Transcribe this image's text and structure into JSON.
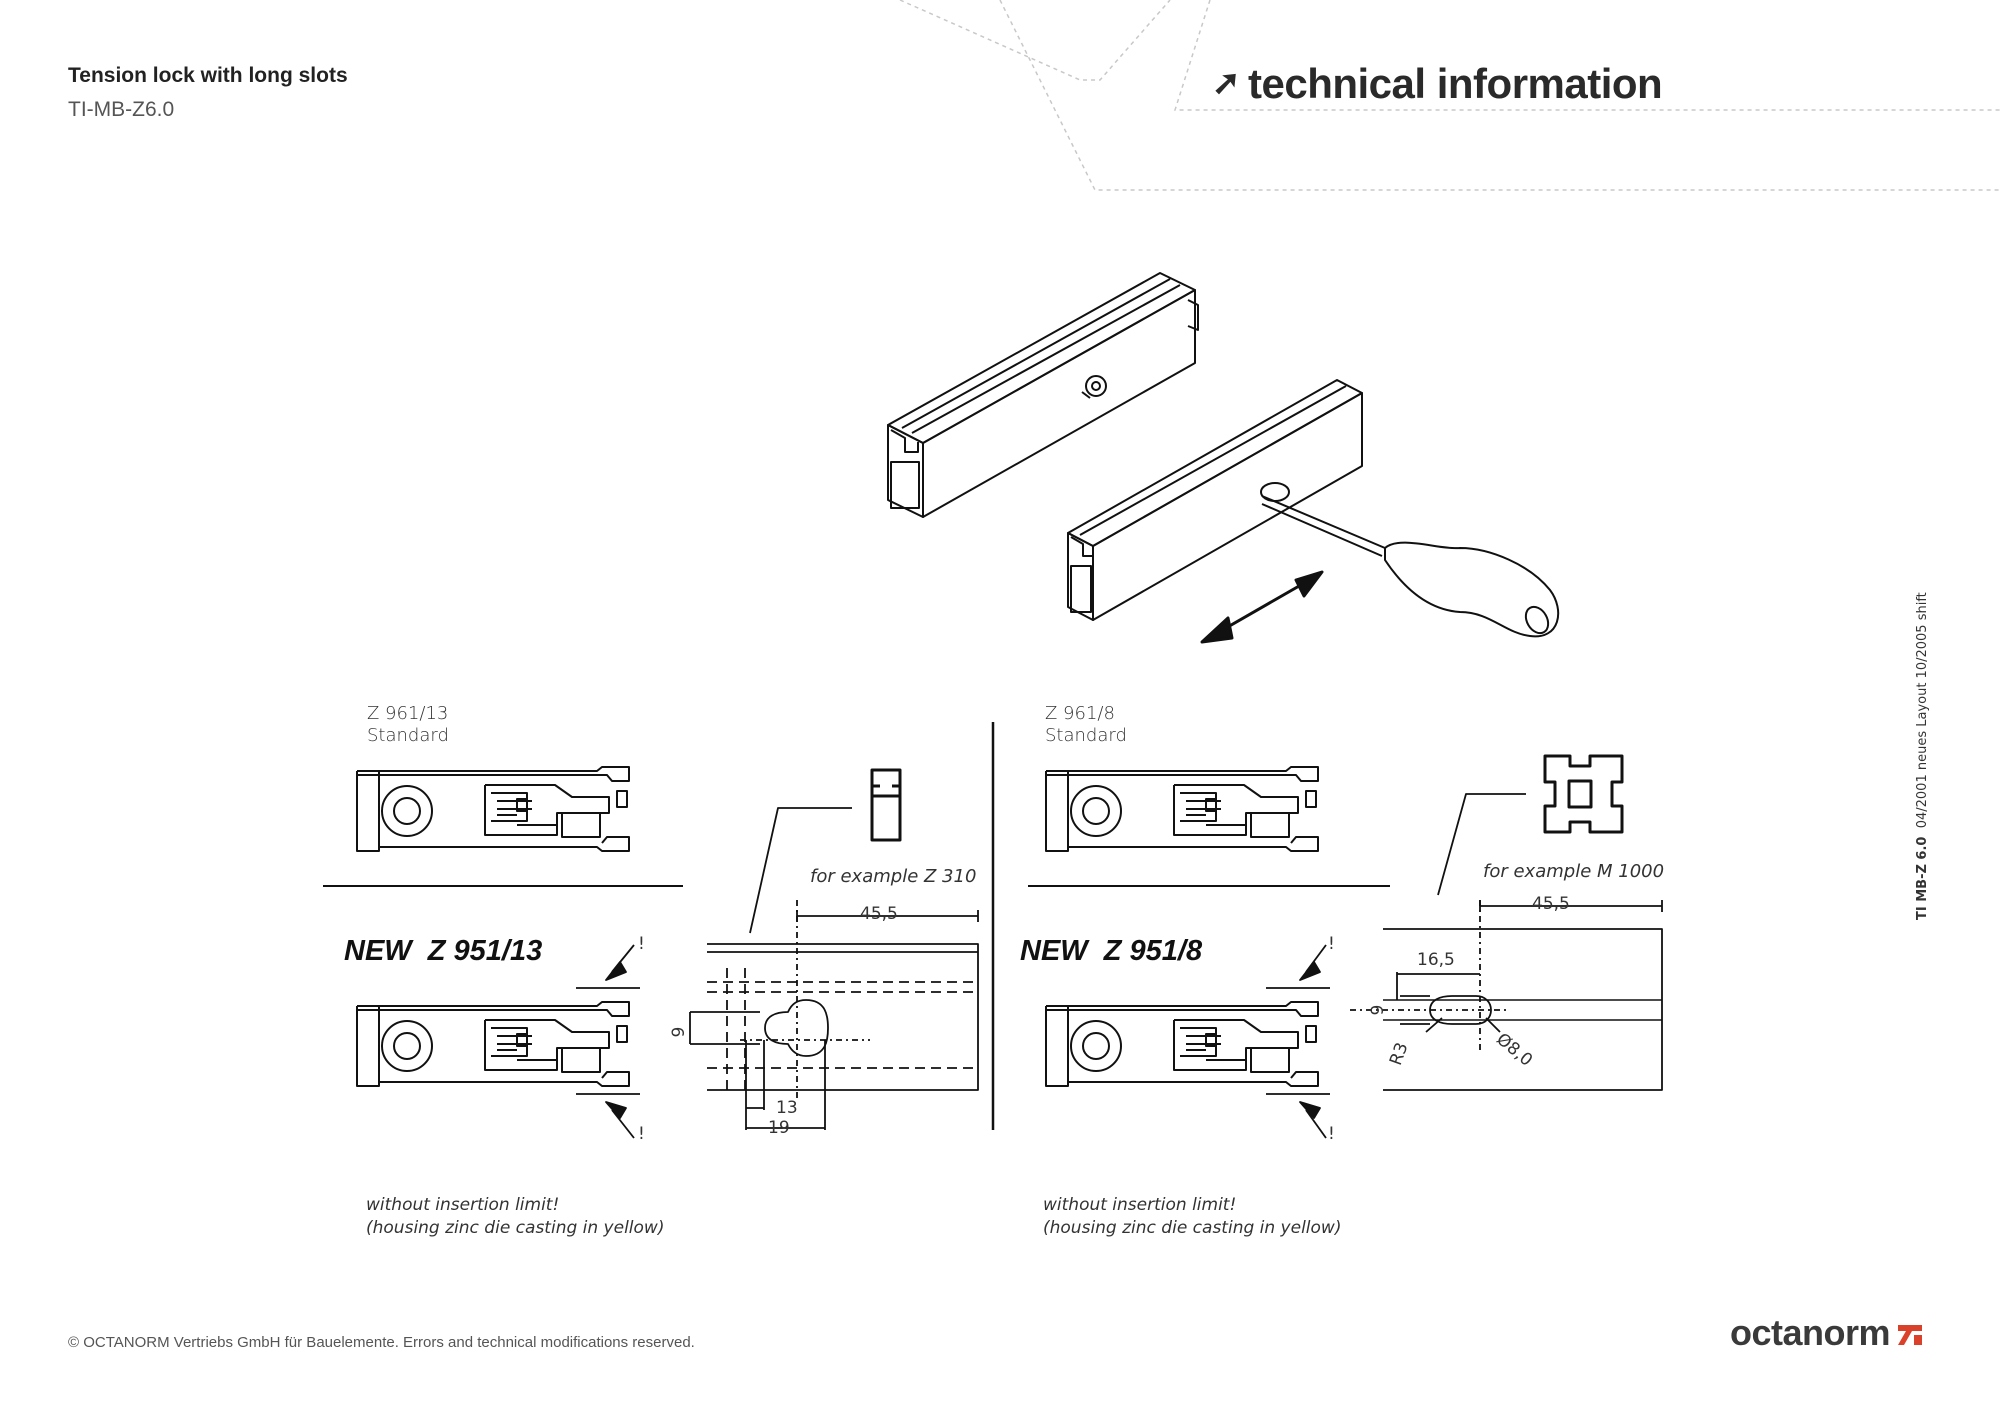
{
  "document": {
    "title": "Tension lock with long slots",
    "doc_id": "TI-MB-Z6.0",
    "header": "technical information",
    "header_arrow": "➚",
    "sidebar": {
      "code": "TI MB-Z 6.0",
      "revision": "04/2001  neues Layout 10/2005 shift"
    },
    "footer": "© OCTANORM Vertriebs GmbH für Bauelemente. Errors and technical modifications reserved.",
    "brand": "octanorm",
    "brand_accent": "#d9412b"
  },
  "left": {
    "old_code": "Z 961/13",
    "old_label": "Standard",
    "new_label": "NEW  Z 951/13",
    "example": "for example Z 310",
    "dim_overall": "45,5",
    "dim_slot_height": "6",
    "dim_13": "13",
    "dim_19": "19",
    "excl_top": "!",
    "excl_bottom": "!",
    "note_line1": "without insertion limit!",
    "note_line2": "(housing zinc die casting in yellow)"
  },
  "right": {
    "old_code": "Z 961/8",
    "old_label": "Standard",
    "new_label": "NEW  Z 951/8",
    "example": "for example M 1000",
    "dim_overall": "45,5",
    "dim_16_5": "16,5",
    "dim_slot_height": "6",
    "dim_radius": "R3",
    "dim_diameter": "Ø8,0",
    "excl_top": "!",
    "excl_bottom": "!",
    "note_line1": "without insertion limit!",
    "note_line2": "(housing zinc die casting in yellow)"
  }
}
